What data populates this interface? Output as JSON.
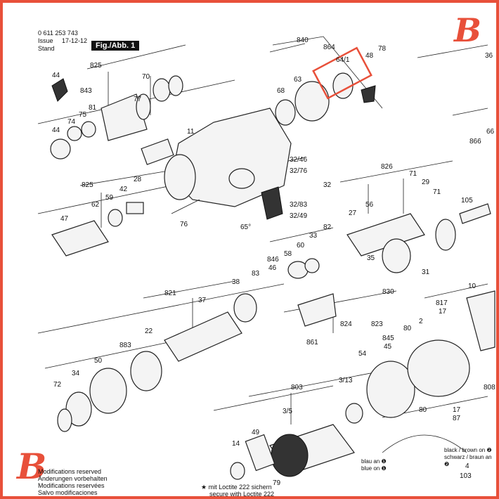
{
  "header": {
    "part_number": "0 611 253 743",
    "issue_label": "Issue",
    "stand_label": "Stand",
    "issue_date": "17-12-12",
    "figure_label": "Fig./Abb. 1"
  },
  "logo": {
    "letter": "B",
    "color": "#e8503a"
  },
  "notes": {
    "modifications": [
      "Modifications reserved",
      "Änderungen vorbehalten",
      "Modifications reservées",
      "Salvo modificaciones"
    ],
    "loctite": [
      "★ mit Loctite 222 sichern",
      "secure with Loctite 222"
    ],
    "wiring_right": [
      "black / brown on ❷",
      "schwarz / braun an ❷"
    ],
    "wiring_left": [
      "blau an ❶",
      "blue on ❶"
    ],
    "angle": "65°"
  },
  "highlight": {
    "part": "64/1",
    "color": "#e8503a"
  },
  "labels": {
    "l840": "840",
    "l864": "864",
    "l64_1": "64/1",
    "l48": "48",
    "l78": "78",
    "l36": "36",
    "l825a": "825",
    "l843": "843",
    "l70": "70",
    "l44a": "44",
    "l74": "74",
    "l75": "75",
    "l81": "81",
    "l77": "77",
    "l44b": "44",
    "l68": "68",
    "l63": "63",
    "l11": "11",
    "l32_46": "32/46",
    "l32_76": "32/76",
    "l32": "32",
    "l32_83": "32/83",
    "l32_49": "32/49",
    "l826": "826",
    "l71a": "71",
    "l29": "29",
    "l71b": "71",
    "l866": "866",
    "l66": "66",
    "l105": "105",
    "l825b": "825",
    "l59": "59",
    "l42": "42",
    "l28": "28",
    "l62": "62",
    "l47": "47",
    "l76": "76",
    "l27": "27",
    "l56": "56",
    "l846": "846",
    "l58": "58",
    "l60": "60",
    "l33": "33",
    "l82": "82",
    "l46": "46",
    "l83": "83",
    "l35": "35",
    "l31": "31",
    "l830": "830",
    "l10": "10",
    "l817": "817",
    "l17a": "17",
    "l821": "821",
    "l37": "37",
    "l38": "38",
    "l824": "824",
    "l823": "823",
    "l861": "861",
    "l883": "883",
    "l22": "22",
    "l50": "50",
    "l34": "34",
    "l72": "72",
    "l845": "845",
    "l45": "45",
    "l80a": "80",
    "l2": "2",
    "l54": "54",
    "l803": "803",
    "l3_13": "3/13",
    "l3_5": "3/5",
    "l80b": "80",
    "l17b": "17",
    "l87": "87",
    "l808": "808",
    "l49": "49",
    "l14": "14",
    "l79": "79",
    "l4": "4",
    "l103": "103"
  }
}
